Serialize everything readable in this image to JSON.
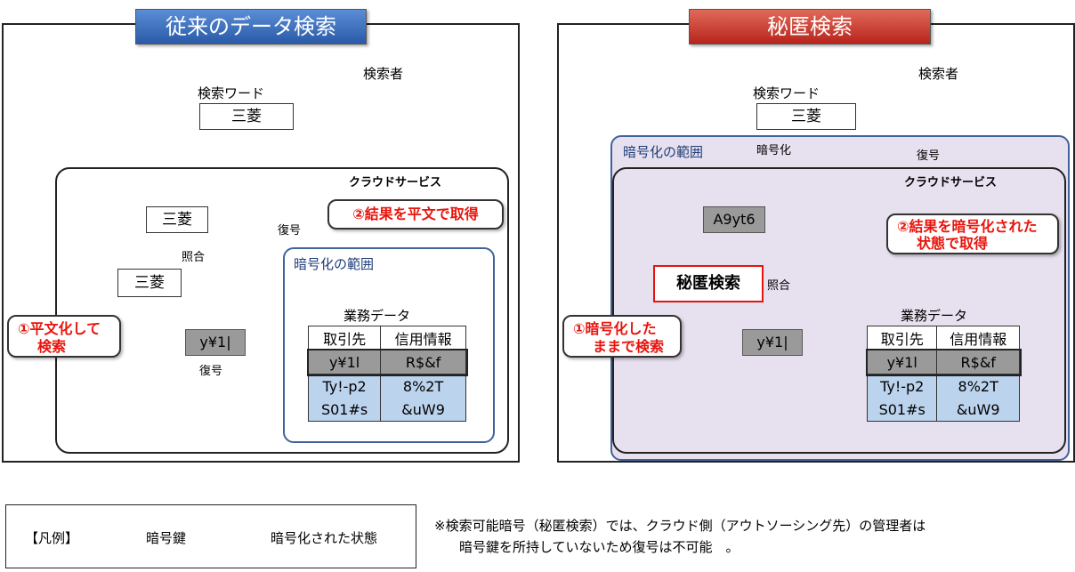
{
  "left": {
    "title": "従来のデータ検索",
    "searcher": "検索者",
    "search_word_label": "検索ワード",
    "search_word": "三菱",
    "cloud_service": "クラウドサービス",
    "match_top": "三菱",
    "match_bottom": "三菱",
    "match_label": "照合",
    "decrypt_label_top": "復号",
    "decrypt_label_bottom": "復号",
    "encrypted_value": "y¥1|",
    "callout_result": "②結果を平文で取得",
    "callout_search_line1": "①平文化して",
    "callout_search_line2": "検索",
    "enc_scope": "暗号化の範囲",
    "db_title": "業務データ",
    "table_headers": [
      "取引先",
      "信用情報"
    ],
    "table_rows": [
      [
        "y¥1l",
        "R$&f"
      ],
      [
        "Ty!-p2",
        "8%2T"
      ],
      [
        "S01#s",
        "&uW9"
      ]
    ]
  },
  "right": {
    "title": "秘匿検索",
    "searcher": "検索者",
    "search_word_label": "検索ワード",
    "search_word": "三菱",
    "encrypt_label": "暗号化",
    "decrypt_label": "復号",
    "cloud_service": "クラウドサービス",
    "enc_scope": "暗号化の範囲",
    "encrypted_query": "A9yt6",
    "secret_search": "秘匿検索",
    "match_label": "照合",
    "encrypted_value": "y¥1|",
    "callout_result_line1": "②結果を暗号化された",
    "callout_result_line2": "状態で取得",
    "callout_search_line1": "①暗号化した",
    "callout_search_line2": "ままで検索",
    "db_title": "業務データ",
    "table_headers": [
      "取引先",
      "信用情報"
    ],
    "table_rows": [
      [
        "y¥1l",
        "R$&f"
      ],
      [
        "Ty!-p2",
        "8%2T"
      ],
      [
        "S01#s",
        "&uW9"
      ]
    ]
  },
  "legend": {
    "title": "【凡例】",
    "key_label": "暗号鍵",
    "lock_label": "暗号化された状態"
  },
  "note": {
    "line1": "※検索可能暗号（秘匿検索）では、クラウド側（アウトソーシング先）の管理者は",
    "line2": "暗号鍵を所持していないため復号は不可能　。"
  },
  "colors": {
    "callout_text": "#e8140c",
    "enc_region_border": "#41629a",
    "enc_region_fill": "#e7e0ee",
    "db_fill": "#bcd3ee",
    "encrypted_cell": "#9a9a9a",
    "title_left": "#2a5aa8",
    "title_right": "#b8241b"
  }
}
